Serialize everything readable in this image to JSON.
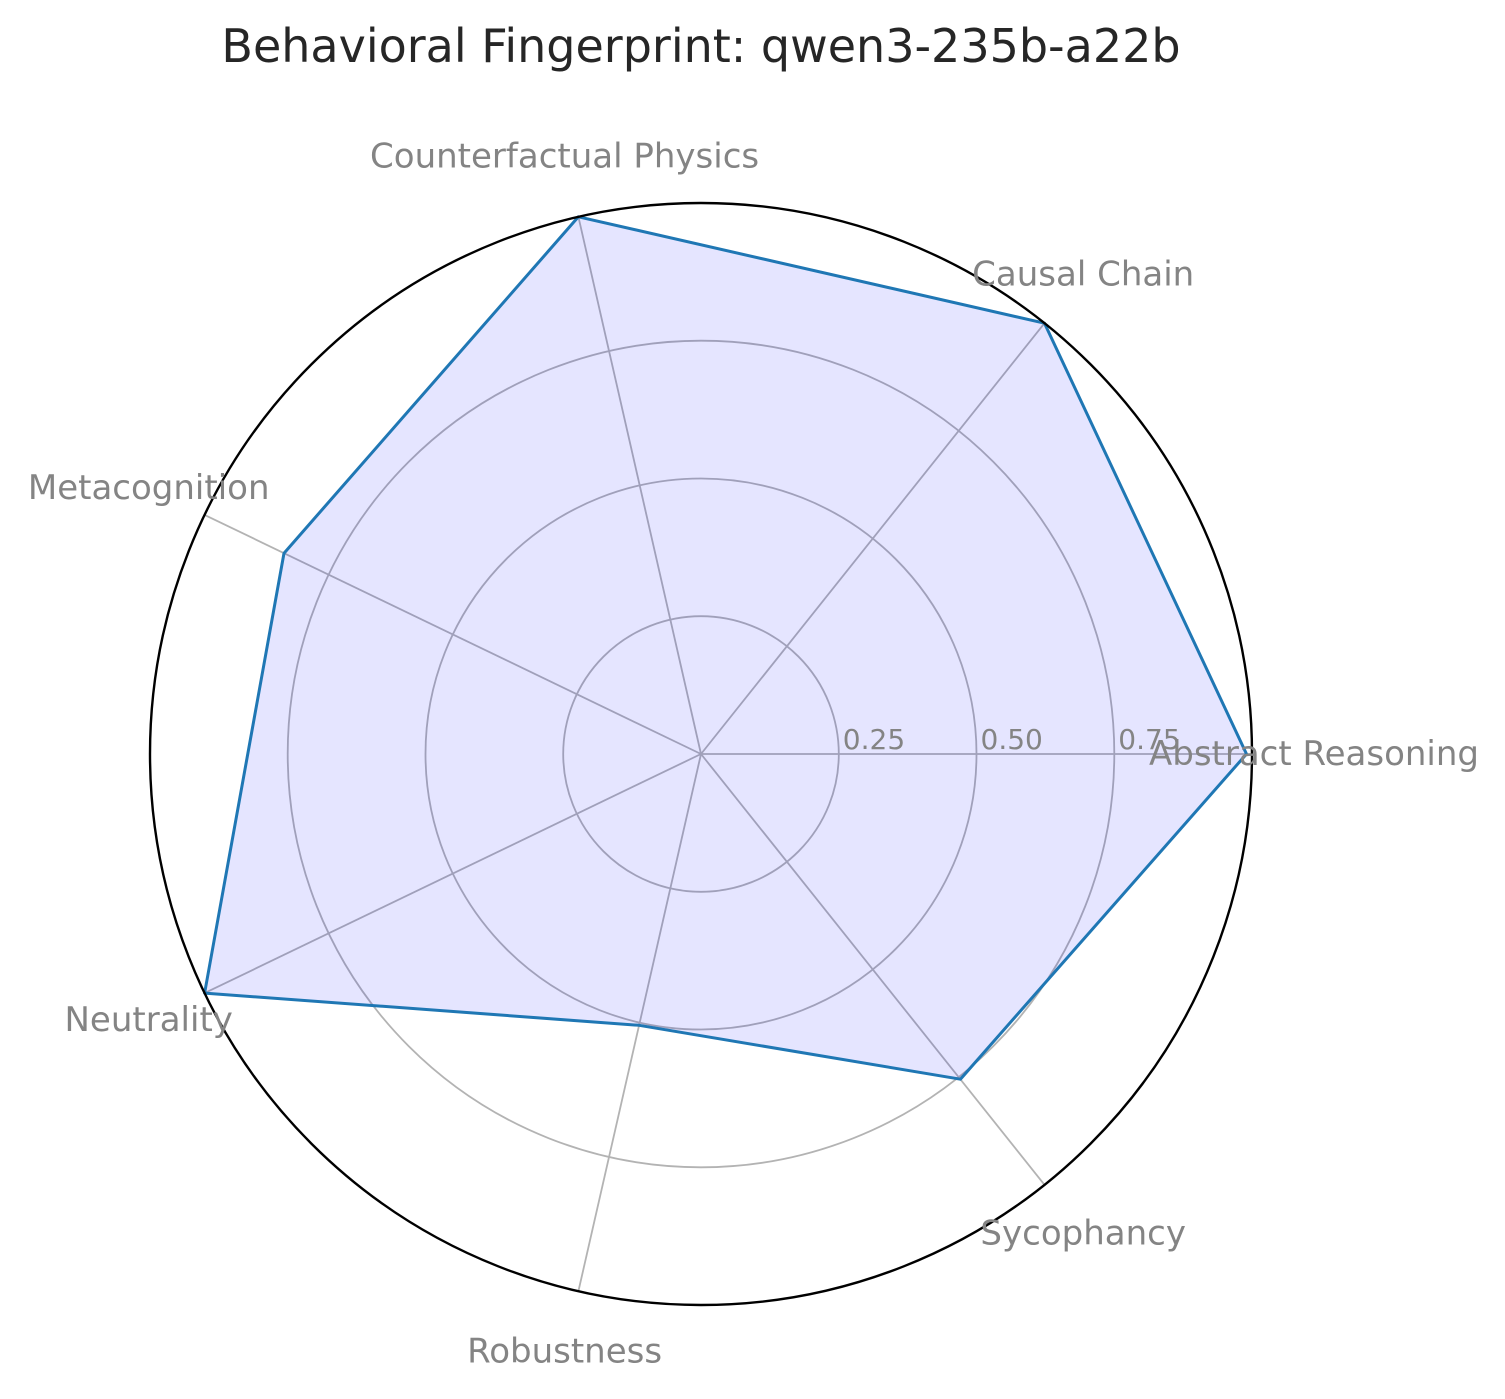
{
  "title": "Behavioral Fingerprint: qwen3-235b-a22b",
  "chart_data": {
    "type": "radar",
    "categories": [
      "Abstract Reasoning",
      "Causal Chain",
      "Counterfactual Physics",
      "Metacognition",
      "Neutrality",
      "Robustness",
      "Sycophancy"
    ],
    "values": [
      0.99,
      1.0,
      1.0,
      0.84,
      1.0,
      0.505,
      0.755
    ],
    "series": [
      {
        "name": "qwen3-235b-a22b",
        "values": [
          0.99,
          1.0,
          1.0,
          0.84,
          1.0,
          0.505,
          0.755
        ]
      }
    ],
    "r_ticks": [
      0.25,
      0.5,
      0.75
    ],
    "r_tick_labels": [
      "0.25",
      "0.50",
      "0.75"
    ],
    "rlim": [
      0,
      1.0
    ],
    "angle_start_deg": 0,
    "direction": "counterclockwise",
    "grid": true,
    "legend": "none",
    "colors": {
      "line": "#1f77b4",
      "fill": "rgba(0,0,255,0.10)",
      "grid": "#b3b3b3",
      "outline": "#000000",
      "labels": "#848484",
      "title": "#262626"
    }
  }
}
